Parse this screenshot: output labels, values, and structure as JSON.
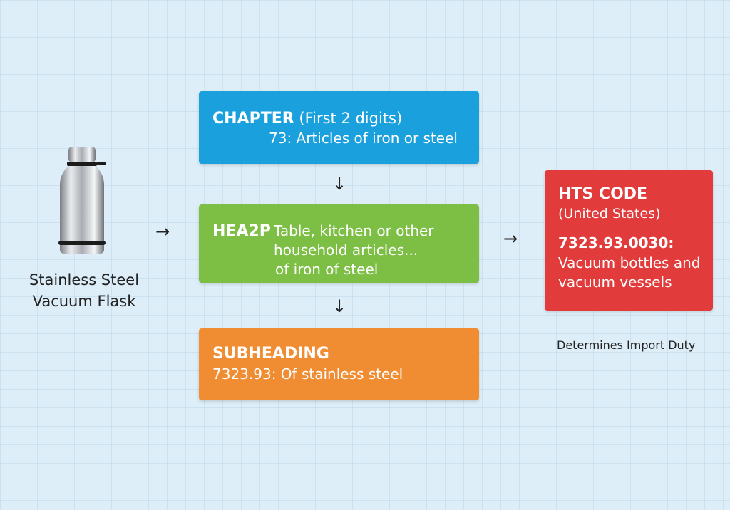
{
  "product": {
    "line1": "Stainless Steel",
    "line2": "Vacuum Flask",
    "image": "stainless-steel-flask"
  },
  "chapter": {
    "title": "CHAPTER",
    "title_suffix": "(First 2 digits)",
    "detail": "73: Articles of iron or steel",
    "color": "#1aa0dd"
  },
  "heading": {
    "title": "HEA2P",
    "line1": "Table, kitchen or other",
    "line2": "household articles...",
    "line3": "of iron of steel",
    "color": "#7dbf45"
  },
  "subheading": {
    "title": "SUBHEADING",
    "detail": "7323.93: Of stainless steel",
    "color": "#f08c31"
  },
  "hts": {
    "title": "HTS CODE",
    "subtitle": "(United States)",
    "code": "7323.93.0030:",
    "desc_line1": "Vacuum bottles and",
    "desc_line2": "vacuum vessels",
    "color": "#e23b3b"
  },
  "note": "Determines Import Duty",
  "arrows": {
    "right": "→",
    "down": "↓"
  }
}
